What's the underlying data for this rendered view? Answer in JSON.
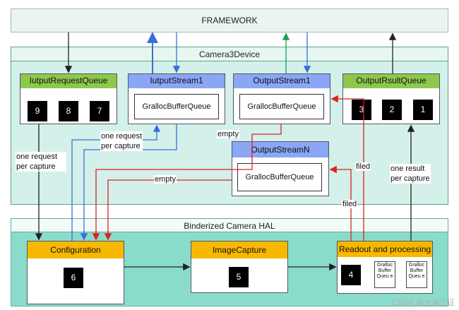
{
  "framework": {
    "title": "FRAMEWORK"
  },
  "device": {
    "title": "Camera3Device",
    "input_request_queue": {
      "title": "IutputRequestQueue",
      "items": [
        "9",
        "8",
        "7"
      ]
    },
    "input_stream": {
      "title": "IutputStream1",
      "inner": "GrallocBufferQueue"
    },
    "output_stream1": {
      "title": "OutputStream1",
      "inner": "GrallocBufferQueue"
    },
    "output_streamN": {
      "title": "OutputStreamN",
      "inner": "GrallocBufferQueue"
    },
    "output_result_queue": {
      "title": "OutputRsultQueue",
      "items": [
        "3",
        "2",
        "1"
      ]
    }
  },
  "hal": {
    "title": "Binderized Camera HAL",
    "configuration": {
      "title": "Configuration",
      "item": "6"
    },
    "image_capture": {
      "title": "ImageCapture",
      "item": "5"
    },
    "readout": {
      "title": "Readout and processing",
      "item": "4",
      "buffers": [
        "Gralloc Buffer Queu e",
        "Gralloc Buffer Queu e"
      ]
    }
  },
  "labels": {
    "one_request_left": "one request\nper capture",
    "one_request_mid": "one request\nper capture",
    "empty_1": "empty",
    "empty_2": "empty",
    "filed_1": "filed",
    "filed_2": "filed",
    "one_result": "one result\nper capture"
  },
  "watermark": "CSDN @大海之征",
  "colors": {
    "green_head": "#8dc84c",
    "blue_head": "#8aa6f5",
    "orange_head": "#f9b800",
    "red_wire": "#e02020",
    "blue_wire": "#3a6fd8",
    "green_wire": "#1aa050"
  }
}
